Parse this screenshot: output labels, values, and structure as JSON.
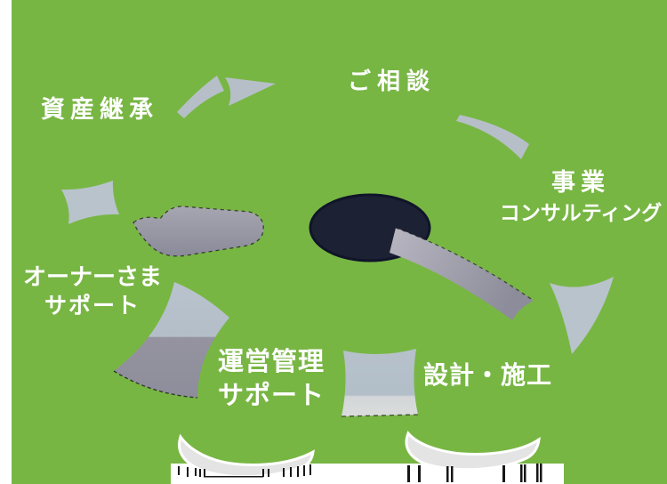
{
  "page": {
    "background": "#ffffff"
  },
  "diagram": {
    "type": "cycle-diagram",
    "background_color": "#78b644",
    "labels": {
      "asset_succession": "資産継承",
      "consultation": "ご相談",
      "business_line1": "事業",
      "business_line2": "コンサルティング",
      "design_construction": "設計・施工",
      "operation_line1": "運営管理",
      "operation_line2": "サポート",
      "owner_line1": "オーナーさま",
      "owner_line2": "サポート"
    },
    "colors": {
      "label_text": "#ffffff",
      "arrow_gray": "#b6bfc7",
      "band_gray": "#8d8c9a",
      "panel_gray_blue": "#b8c3cb",
      "panel_pale": "#d7d9da",
      "center_ellipse": "#1d2134",
      "crescent": "#e3e4e3",
      "artifact_black": "#161616"
    }
  }
}
